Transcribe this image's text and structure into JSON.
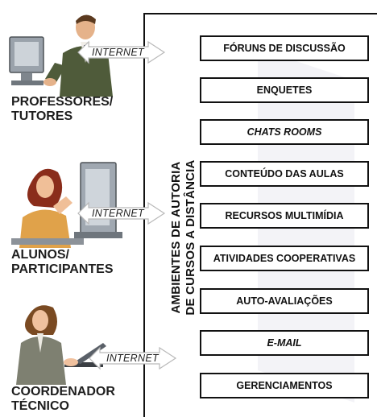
{
  "vertical_title_line1": "AMBIENTES DE AUTORIA",
  "vertical_title_line2": "DE CURSOS A DISTÂNCIA",
  "boxes": [
    "FÓRUNS DE DISCUSSÃO",
    "ENQUETES",
    "CHATS ROOMS",
    "CONTEÚDO DAS AULAS",
    "RECURSOS MULTIMÍDIA",
    "ATIVIDADES COOPERATIVAS",
    "AUTO-AVALIAÇÕES",
    "E-MAIL",
    "GERENCIAMENTOS"
  ],
  "actors": [
    {
      "label": "PROFESSORES/\nTUTORES",
      "arrow_text": "INTERNET"
    },
    {
      "label": "ALUNOS/\nPARTICIPANTES",
      "arrow_text": "INTERNET"
    },
    {
      "label": "COORDENADOR\nTÉCNICO",
      "arrow_text": "INTERNET"
    }
  ],
  "colors": {
    "frame": "#111111",
    "arrow_fill": "#ffffff",
    "arrow_stroke": "#b9b9b9"
  }
}
